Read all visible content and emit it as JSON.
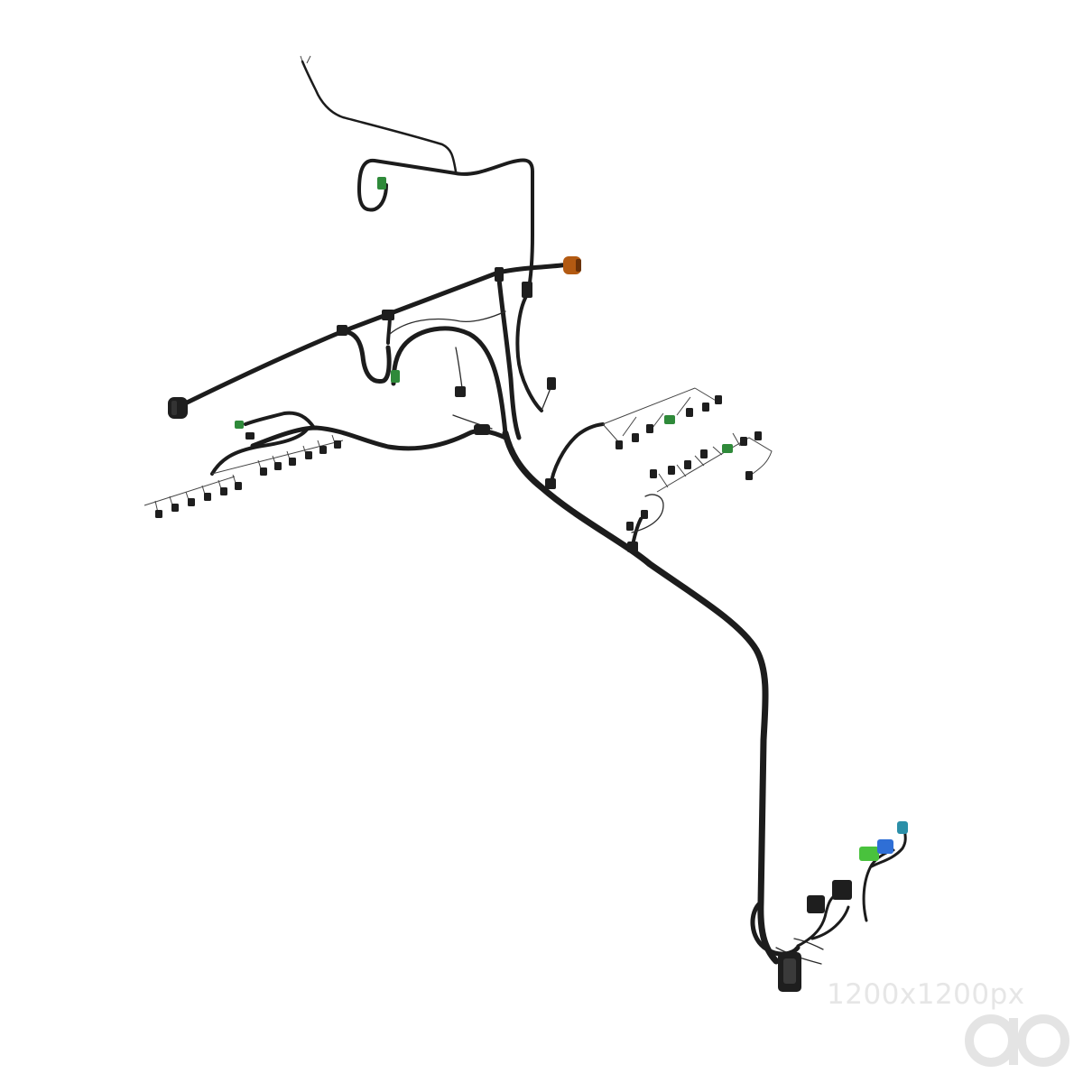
{
  "watermark": {
    "size_text": "1200x1200px",
    "logo_letters": "ao"
  },
  "colors": {
    "background": "#ffffff",
    "harness": "#1c1c1c",
    "connector_orange": "#b35a12",
    "connector_green": "#2f8a3a",
    "connector_lime": "#49c23d",
    "connector_blue": "#2f6fd6",
    "watermark": "#e6e6e6"
  },
  "icons": [
    "wiring-harness-illustration",
    "connector-plug-icon",
    "round-connector-icon",
    "ao-logo-icon"
  ]
}
